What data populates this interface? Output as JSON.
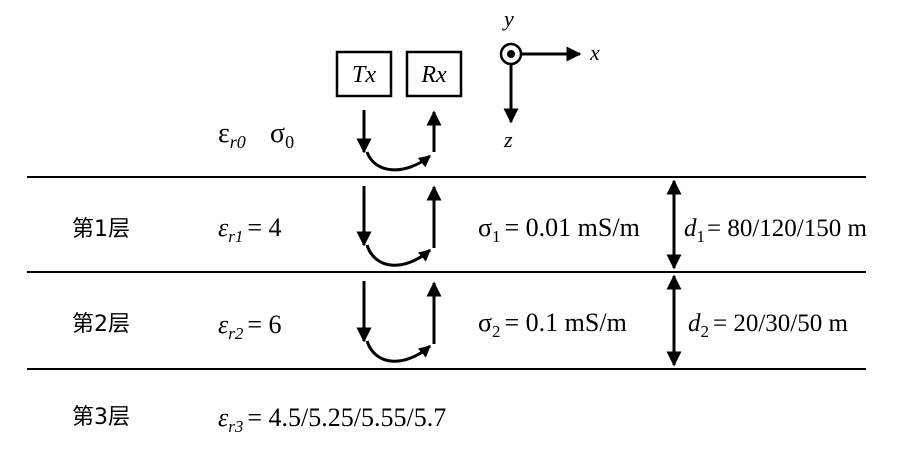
{
  "antennas": {
    "tx": "Tx",
    "rx": "Rx"
  },
  "axes": {
    "x": "x",
    "y": "y",
    "z": "z"
  },
  "air": {
    "eps_base": "ε",
    "eps_sub": "r0",
    "sigma_base": "σ",
    "sigma_sub": "0"
  },
  "layers": [
    {
      "label": "第1层",
      "eps_sub": "r1",
      "eps_value": "= 4",
      "sigma_sub": "1",
      "sigma_value": "= 0.01 mS/m",
      "d_sub": "1",
      "d_value": "= 80/120/150 m"
    },
    {
      "label": "第2层",
      "eps_sub": "r2",
      "eps_value": "= 6",
      "sigma_sub": "2",
      "sigma_value": "= 0.1 mS/m",
      "d_sub": "2",
      "d_value": "= 20/30/50 m"
    },
    {
      "label": "第3层",
      "eps_sub": "r3",
      "eps_value": "= 4.5/5.25/5.55/5.7"
    }
  ],
  "symbols": {
    "eps": "ε",
    "sigma": "σ",
    "d": "d"
  }
}
